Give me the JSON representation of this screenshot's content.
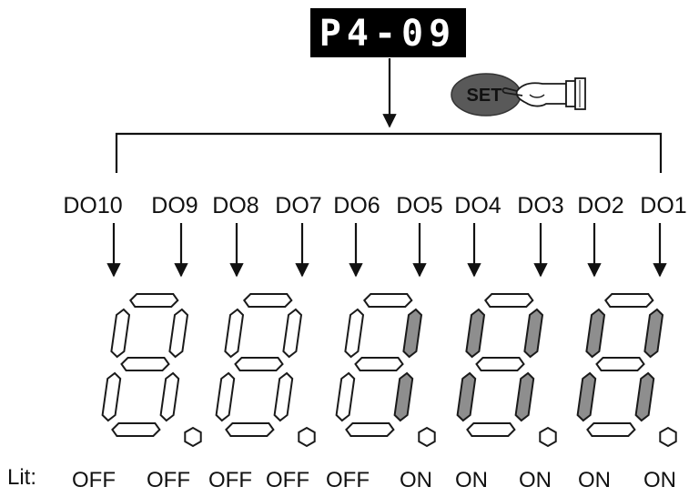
{
  "parameter_display": {
    "text": "P4-09",
    "background": "#000000",
    "foreground": "#ffffff"
  },
  "set_key": {
    "label": "SET",
    "icon": "pointing-hand-icon",
    "color": "#595959"
  },
  "outputs": [
    "DO10",
    "DO9",
    "DO8",
    "DO7",
    "DO6",
    "DO5",
    "DO4",
    "DO3",
    "DO2",
    "DO1"
  ],
  "lit_label": "Lit:",
  "states": [
    "OFF",
    "OFF",
    "OFF",
    "OFF",
    "OFF",
    "ON",
    "ON",
    "ON",
    "ON",
    "ON"
  ],
  "digits": [
    {
      "left_on": false,
      "right_on": false
    },
    {
      "left_on": false,
      "right_on": false
    },
    {
      "left_on": false,
      "right_on": true
    },
    {
      "left_on": true,
      "right_on": true
    },
    {
      "left_on": true,
      "right_on": true
    }
  ],
  "colors": {
    "segment_on": "#8e8e8e",
    "segment_off": "#ffffff",
    "stroke": "#1a1a1a"
  }
}
